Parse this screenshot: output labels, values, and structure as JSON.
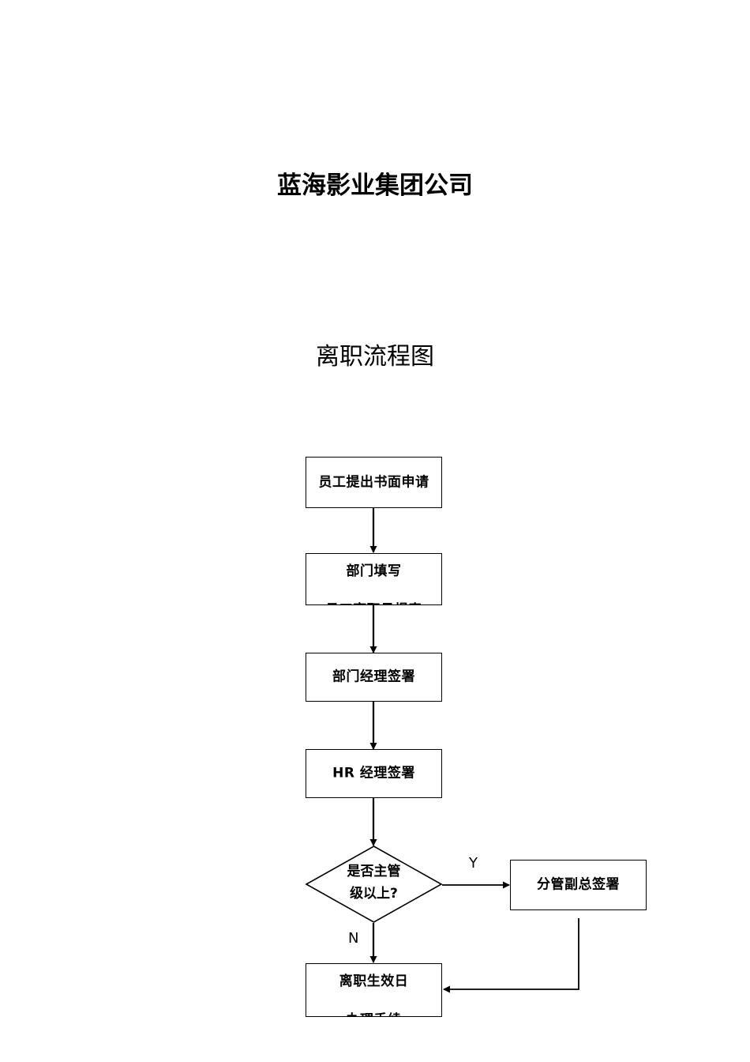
{
  "document": {
    "title": "蓝海影业集团公司",
    "subtitle": "离职流程图"
  },
  "flowchart": {
    "nodes": [
      {
        "id": "employee-written-application",
        "shape": "process",
        "lines": [
          "员工提出书面申请"
        ]
      },
      {
        "id": "department-fills-form",
        "shape": "process",
        "lines": [
          "部门填写",
          "员工离职呈报表"
        ]
      },
      {
        "id": "department-manager-signs",
        "shape": "process",
        "lines": [
          "部门经理签署"
        ]
      },
      {
        "id": "hr-manager-signs",
        "shape": "process",
        "lines": [
          "HR 经理签署"
        ]
      },
      {
        "id": "is-supervisor-or-above",
        "shape": "decision",
        "lines": [
          "是否主管",
          "级以上?"
        ]
      },
      {
        "id": "vice-president-signs",
        "shape": "process",
        "lines": [
          "分管副总签署"
        ]
      },
      {
        "id": "resignation-effective-date",
        "shape": "process",
        "lines": [
          "离职生效日",
          "办理手续"
        ]
      }
    ],
    "branch_labels": {
      "yes": "Y",
      "no": "N"
    },
    "colors": {
      "stroke": "#000000",
      "fill": "#ffffff",
      "text": "#000000"
    }
  }
}
